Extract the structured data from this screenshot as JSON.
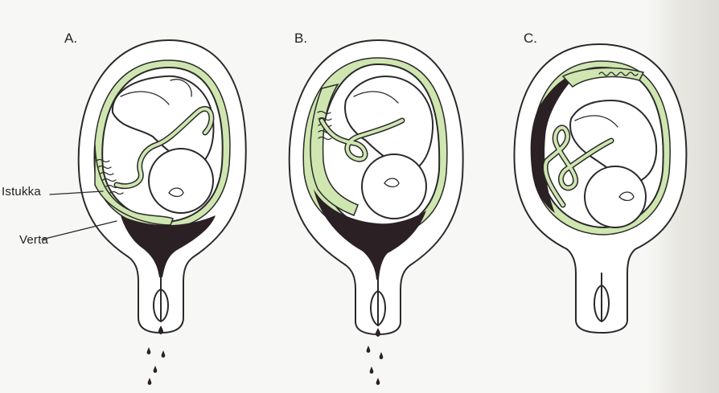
{
  "panels": [
    {
      "letter": "A."
    },
    {
      "letter": "B."
    },
    {
      "letter": "C."
    }
  ],
  "labels": {
    "placenta": "Istukka",
    "blood": "Verta"
  },
  "colors": {
    "placenta_green": "#cfe6b0",
    "blood_dark": "#2b2023",
    "outline": "#2a2a2a",
    "paper": "#f7f7f5"
  }
}
